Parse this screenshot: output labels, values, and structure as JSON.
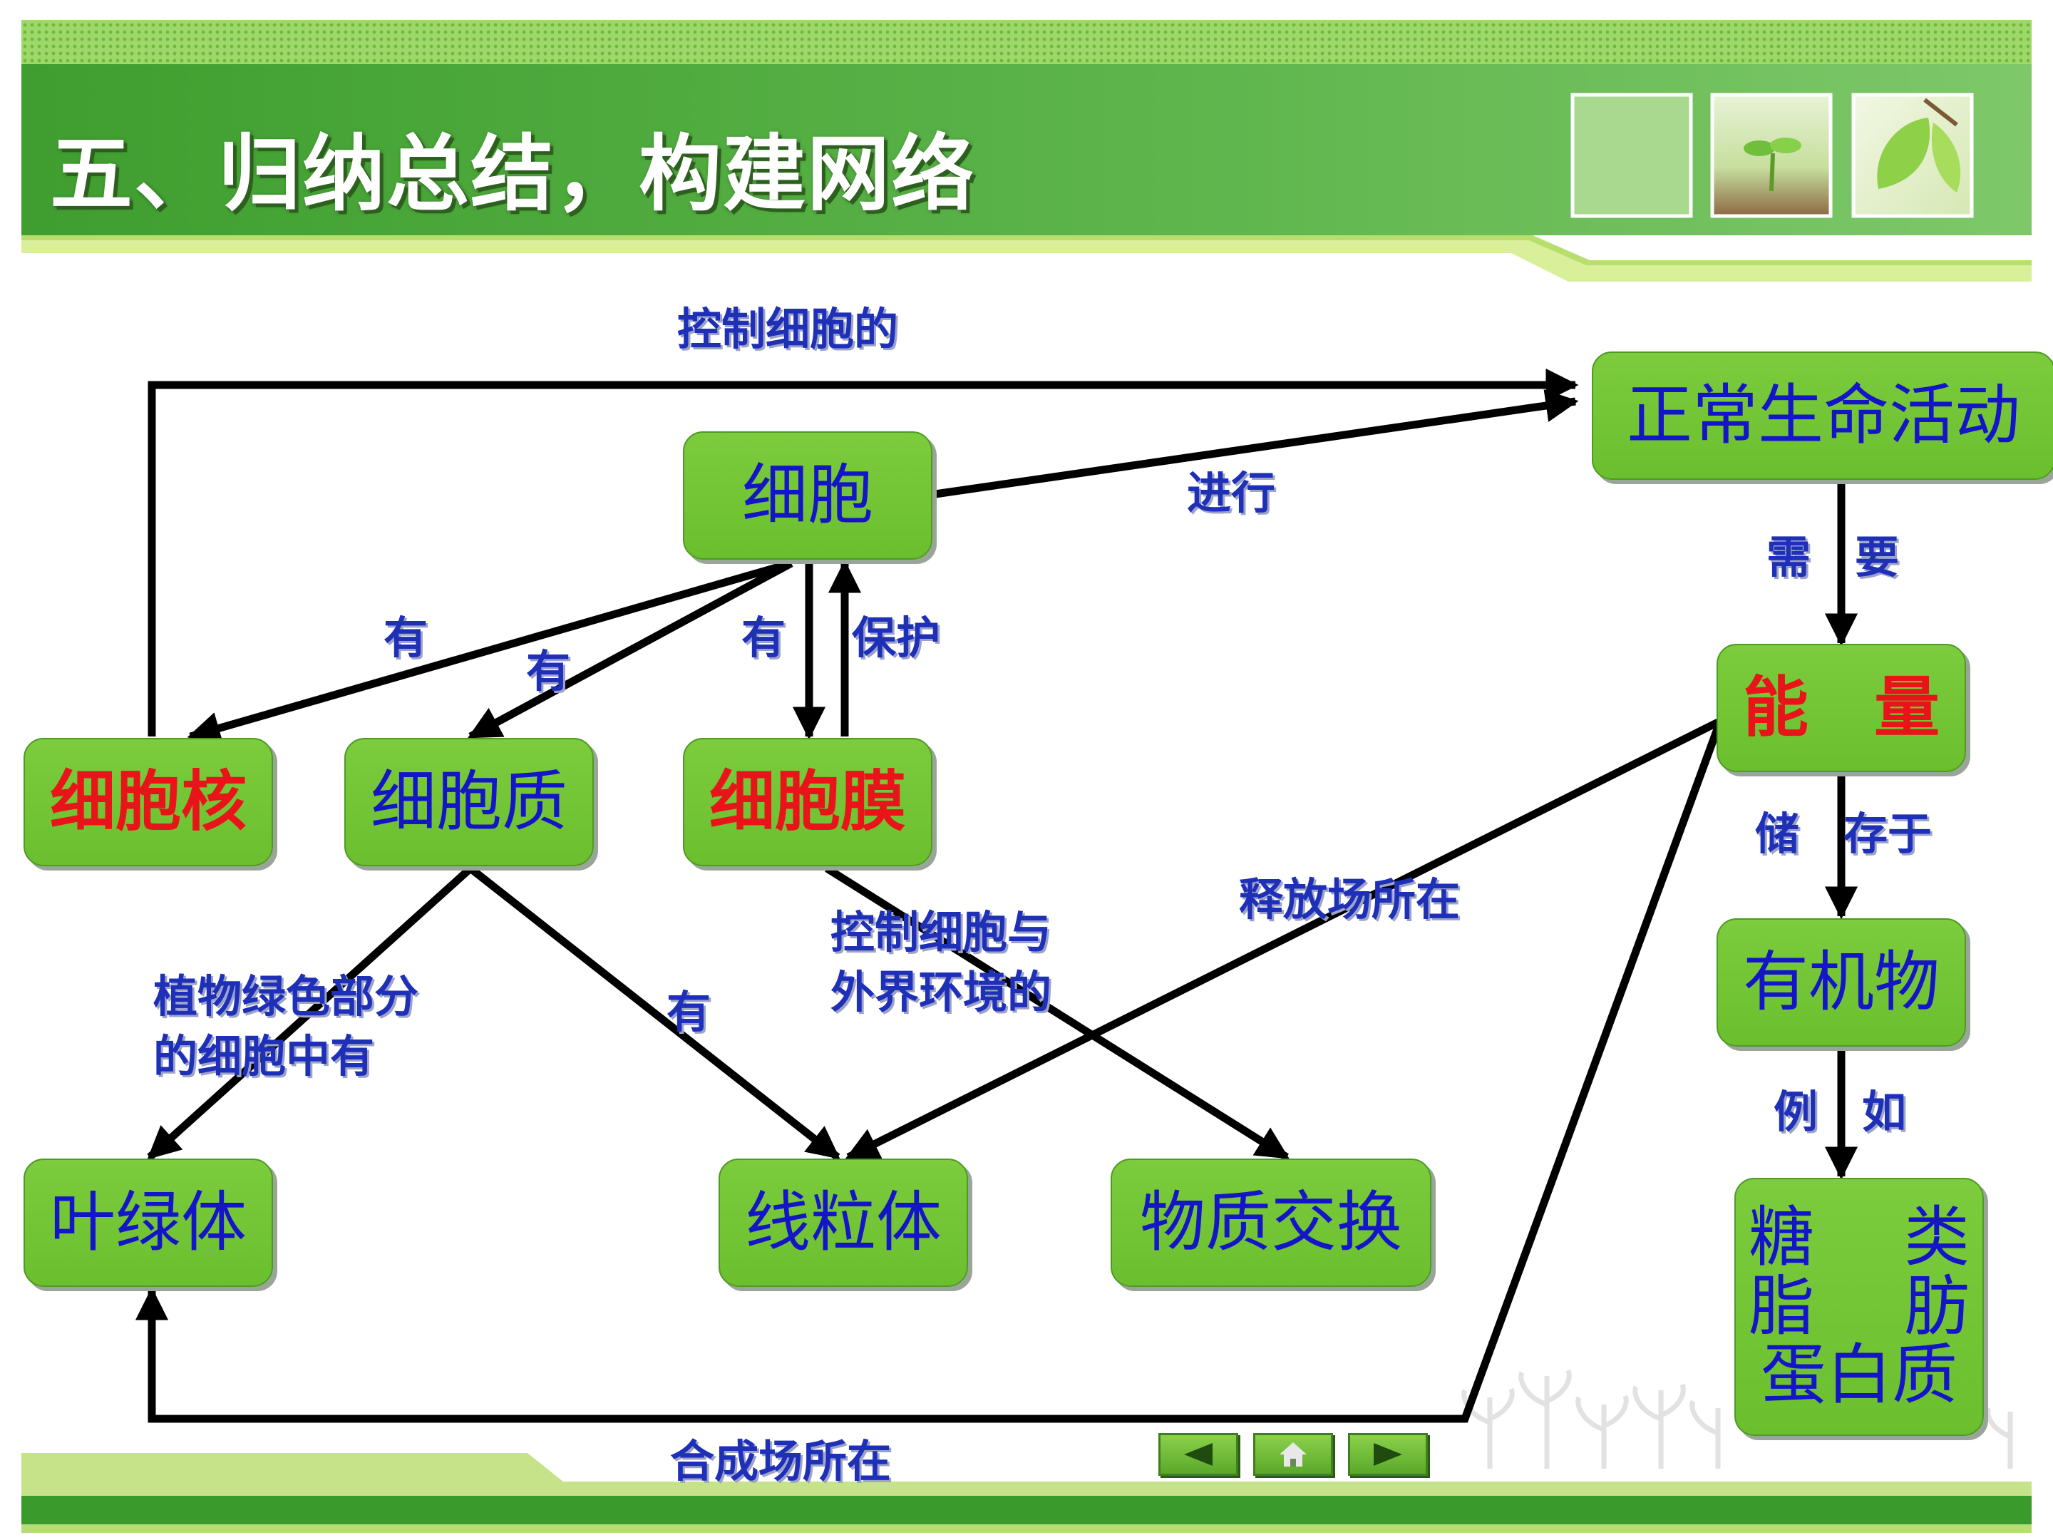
{
  "slide": {
    "title": "五、归纳总结，构建网络",
    "colors": {
      "header_green": "#4aa838",
      "node_green": "#74c63a",
      "node_text_blue": "#1515c8",
      "node_text_red": "#e8141a",
      "label_blue": "#1e2fb8",
      "arrow": "#000000"
    }
  },
  "nodes": {
    "cell": "细胞",
    "normal_life": "正常生命活动",
    "nucleus": "细胞核",
    "cytoplasm": "细胞质",
    "membrane": "细胞膜",
    "energy": "能　量",
    "organic": "有机物",
    "chloroplast": "叶绿体",
    "mitochondria": "线粒体",
    "exchange": "物质交换",
    "nutrients": {
      "sugar": [
        "糖",
        "类"
      ],
      "fat": [
        "脂",
        "肪"
      ],
      "protein": "蛋白质"
    }
  },
  "labels": {
    "control_cell": "控制细胞的",
    "carry_out": "进行",
    "need": "需　要",
    "has_1": "有",
    "has_2": "有",
    "has_3": "有",
    "protect": "保护",
    "store_in": "储　存于",
    "release_site": "释放场所在",
    "membrane_control_1": "控制细胞与",
    "membrane_control_2": "外界环境的",
    "plant_green_1": "植物绿色部分",
    "plant_green_2": "的细胞中有",
    "has_4": "有",
    "example": "例　如",
    "synthesis_site": "合成场所在"
  },
  "nav": {
    "icons": [
      "triangle-left-icon",
      "home-icon",
      "triangle-right-icon"
    ]
  }
}
